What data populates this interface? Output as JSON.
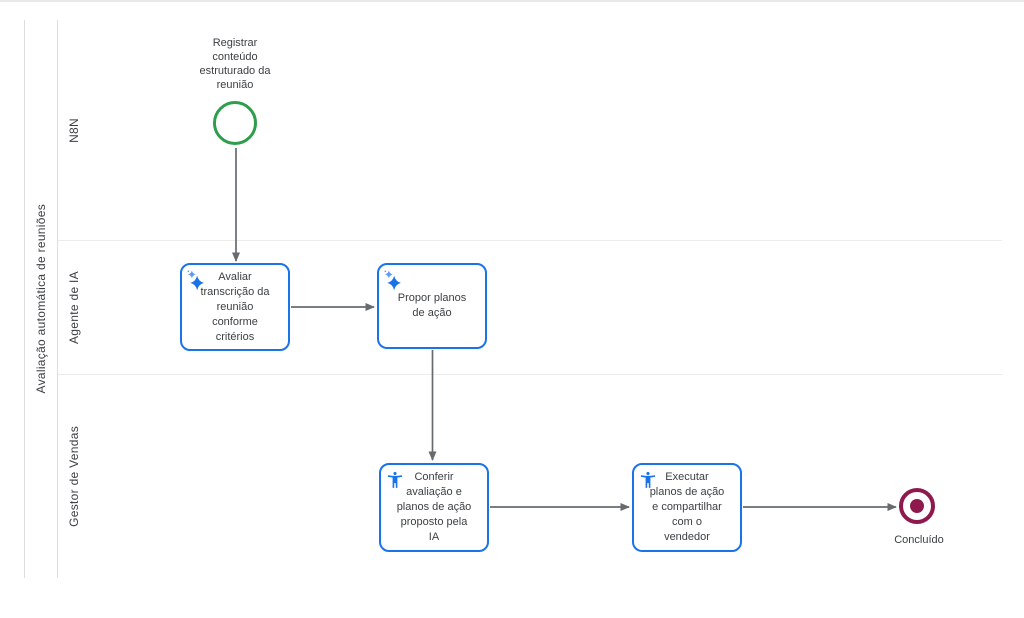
{
  "diagram": {
    "pool_label": "Avaliação automática de reuniões",
    "lanes": [
      {
        "label": "N8N"
      },
      {
        "label": "Agente de IA"
      },
      {
        "label": "Gestor de Vendas"
      }
    ],
    "events": {
      "start": {
        "label": "Registrar conteúdo estruturado da reunião",
        "type": "start-event"
      },
      "end": {
        "label": "Concluído",
        "type": "end-event"
      }
    },
    "tasks": [
      {
        "label": "Avaliar transcrição da reunião conforme critérios",
        "icon": "ai-sparkle-icon",
        "lane": "Agente de IA"
      },
      {
        "label": "Propor planos de ação",
        "icon": "ai-sparkle-icon",
        "lane": "Agente de IA"
      },
      {
        "label": "Conferir avaliação e planos de ação proposto pela IA",
        "icon": "user-icon",
        "lane": "Gestor de Vendas"
      },
      {
        "label": "Executar planos de ação e compartilhar com o vendedor",
        "icon": "user-icon",
        "lane": "Gestor de Vendas"
      }
    ],
    "colors": {
      "task_border": "#1a73e8",
      "icon_blue": "#1a73e8",
      "icon_blue_light": "#5e9cf5",
      "start_event": "#2e9e4c",
      "end_event": "#8e1a4d",
      "arrow": "#666b70",
      "lane_line": "#ececec",
      "pool_line": "#dedede",
      "text": "#3c4043"
    }
  }
}
